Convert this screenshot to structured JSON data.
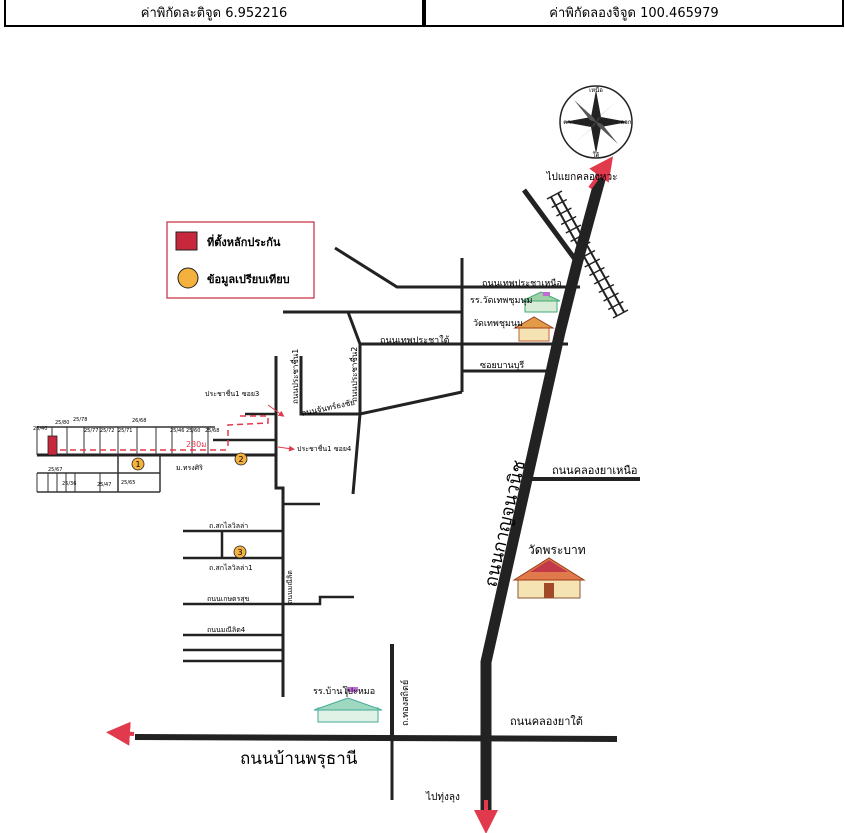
{
  "coordinates": {
    "latitude": "ค่าพิกัดละติจูด 6.952216",
    "longitude": "ค่าพิกัดลองจิจูด 100.465979"
  },
  "legend": {
    "collateral": "ที่ตั้งหลักประกัน",
    "comparison": "ข้อมูลเปรียบเทียบ"
  },
  "compass": {
    "north": "เหนือ",
    "south": "ใต้",
    "west": "ตก",
    "east": "ออก"
  },
  "roads": {
    "thep_pracha_nuea": "ถนนเทพประชาเหนือ",
    "thep_pracha_tai": "ถนนเทพประชาใต้",
    "soi_ban_buri": "ซอยบานบุรี",
    "kanchanawanit": "ถนนกาญจนวนิช",
    "khlong_ya_nuea": "ถนนคลองยาเหนือ",
    "khlong_ya_tai": "ถนนคลองยาใต้",
    "ban_phru_thani": "ถนนบ้านพรุธานี",
    "to_junction": "ไปแยกคลองหวะ",
    "to_phukhao": "ไปทุ่งลุง",
    "pracha_chuen_1": "ถนนประชาชื่น1",
    "pracha_chuen_2": "ถนนประชาชื่น2",
    "chanthawong": "ถนนจันทร์ธงชัย",
    "pracha_soi_3": "ประชาชื่น1 ซอย3",
    "pracha_soi_4": "ประชาชื่น1 ซอย4",
    "moo_village": "ม.ทรงศิริ",
    "saklai_1": "ถ.สกไลวิลล่า",
    "saklai_2": "ถ.สกไลวิลล่า1",
    "kasem_suk": "ถนนเกษตรสุข",
    "manee_lit": "ถนนมณีลิต",
    "manee_lit_4": "ถนนมณีลิต4",
    "thongsathi": "ถ.ทองสถิตย์"
  },
  "places": {
    "school_wat_thep": "รร.วัดเทพชุมนุม",
    "wat_thep": "วัดเทพชุมนุม",
    "wat_phra_bat": "วัดพระบาท",
    "school_ban_po_mor": "รร.บ้านโปะหมอ"
  },
  "distance": "230ม.",
  "markers": [
    "1",
    "2",
    "3"
  ],
  "plots": [
    "25/40",
    "25/80",
    "25/78",
    "25/77",
    "25/72",
    "25/71",
    "26/68",
    "25/46",
    "25/60",
    "25/68",
    "25/67",
    "25/36",
    "25/47",
    "25/65"
  ],
  "colors": {
    "collateral": "#c8283c",
    "comparison": "#f5b13d",
    "arrow": "#e23a4d",
    "road": "#222222"
  }
}
